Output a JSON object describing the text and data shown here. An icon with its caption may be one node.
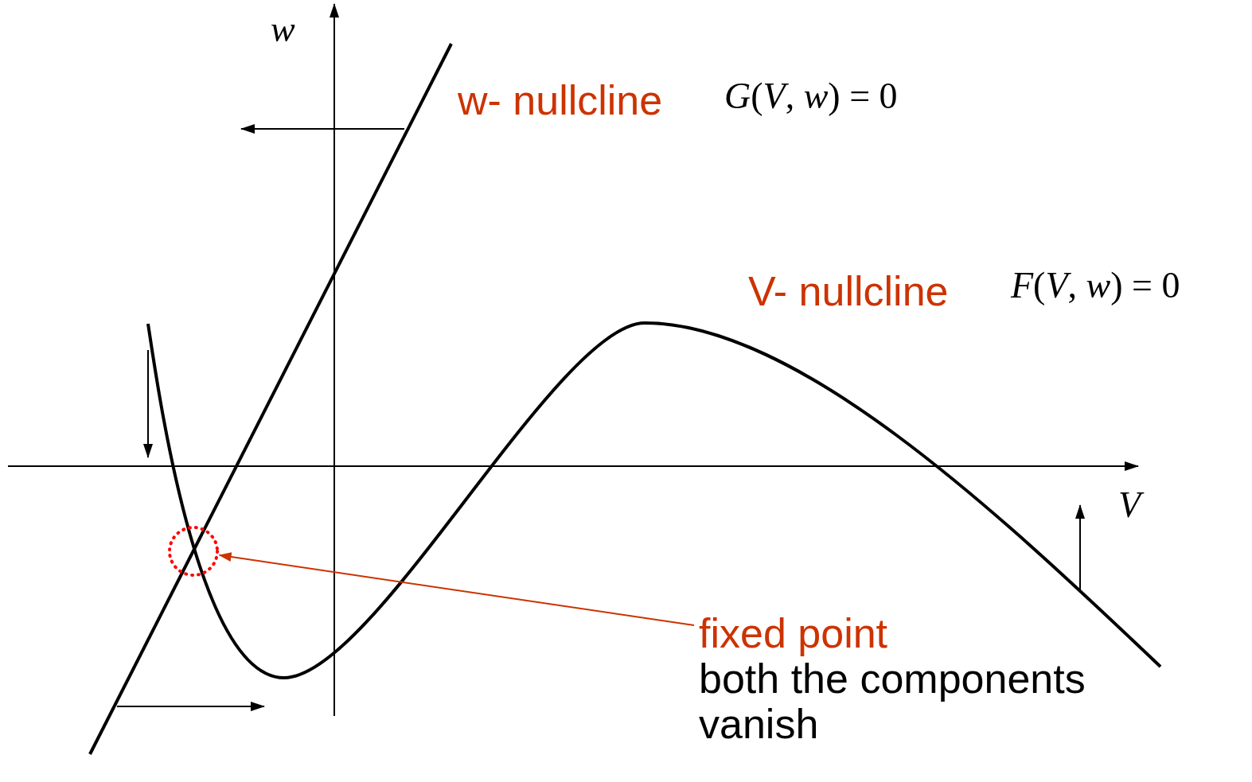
{
  "diagram": {
    "nodes": [
      {
        "text": [
          "fixed point",
          "both the components vanish"
        ]
      },
      {
        "text": [],
        "shape": "circle"
      }
    ],
    "edges": [
      {
        "from": 0,
        "to": 1,
        "arrow": "to",
        "color": "#cc3300"
      }
    ],
    "labels": [
      "w",
      "w- nullcline",
      "*G*(*V*, *w*) = 0",
      "V- nullcline",
      "*F*(*V*, *w*) = 0",
      "V"
    ]
  }
}
